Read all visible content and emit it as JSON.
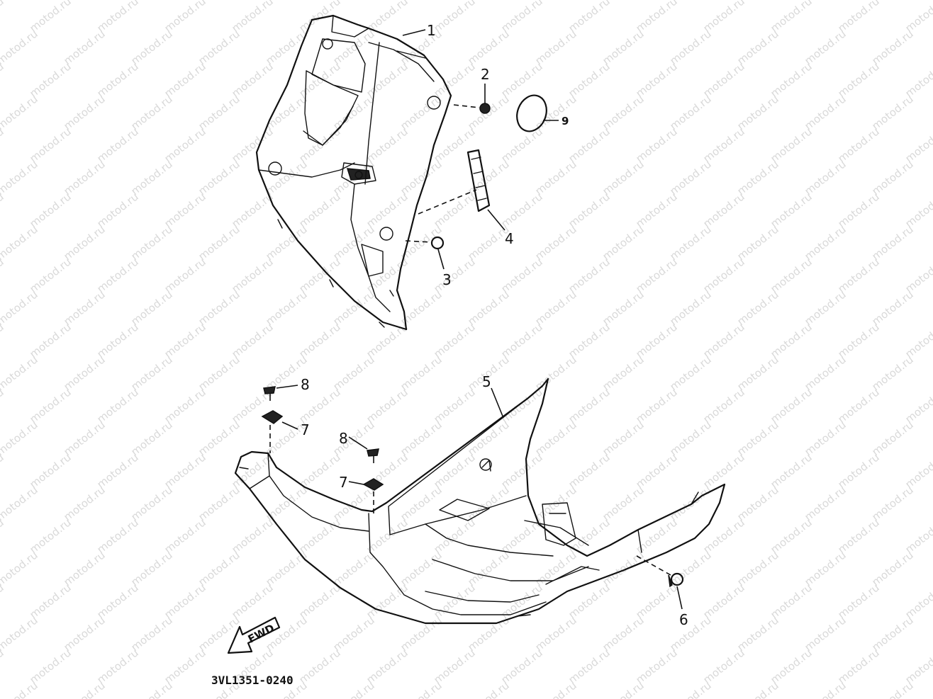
{
  "watermark": "motod.ru",
  "diagram_code": "3VL1351-0240",
  "fwd_label": "FWD",
  "callouts": {
    "c1": "1",
    "c2": "2",
    "c3": "3",
    "c4": "4",
    "c5": "5",
    "c6": "6",
    "c7a": "7",
    "c7b": "7",
    "c8a": "8",
    "c8b": "8",
    "c9": "9"
  }
}
